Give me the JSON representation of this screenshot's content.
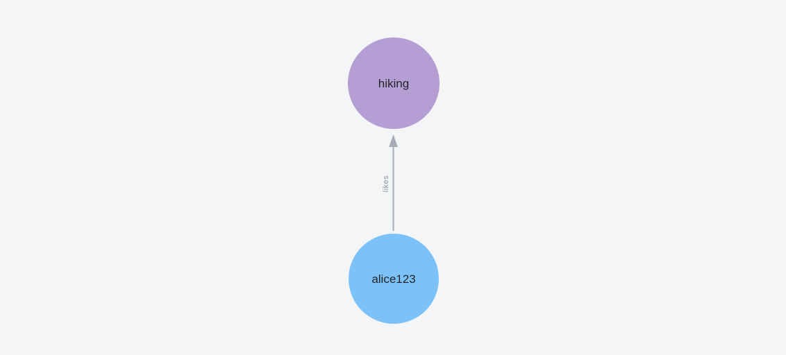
{
  "canvas": {
    "background_color": "#f4f5f6"
  },
  "graph": {
    "nodes": [
      {
        "id": "hiking",
        "label": "hiking",
        "color": "#b59ed4",
        "label_color": "#20242a"
      },
      {
        "id": "alice123",
        "label": "alice123",
        "color": "#7cc2f9",
        "label_color": "#20242a"
      }
    ],
    "edge": {
      "label": "likes",
      "from": "alice123",
      "to": "hiking",
      "color": "#a6abb6",
      "label_color": "#8d929d"
    }
  }
}
